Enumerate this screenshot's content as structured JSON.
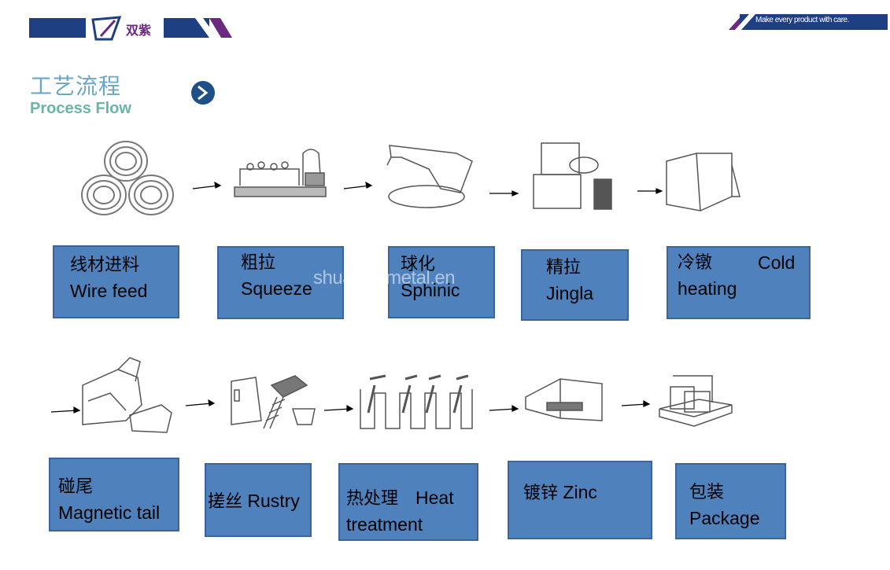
{
  "header": {
    "brand": "双紫",
    "slogan": "Make every product with care."
  },
  "title": {
    "zh": "工艺流程",
    "en": "Process Flow"
  },
  "watermark": "shuangzimetal.en",
  "steps_row1": [
    {
      "zh": "线材进料",
      "en": "Wire feed"
    },
    {
      "zh": "粗拉",
      "en": "Squeeze"
    },
    {
      "zh": "球化",
      "en": "Sphinic"
    },
    {
      "zh": "精拉",
      "en": "Jingla"
    },
    {
      "zh": "冷镦",
      "en": "Cold heating"
    }
  ],
  "steps_row2": [
    {
      "zh": "碰尾",
      "en": "Magnetic tail"
    },
    {
      "zh": "搓丝",
      "en": "Rustry"
    },
    {
      "zh": "热处理",
      "en": "Heat treatment"
    },
    {
      "zh": "镀锌",
      "en": "Zinc"
    },
    {
      "zh": "包装",
      "en": "Package"
    }
  ],
  "colors": {
    "navy": "#1f3f83",
    "purple": "#6b2a7f",
    "box_fill": "#4f81bd",
    "box_border": "#3c669a"
  }
}
